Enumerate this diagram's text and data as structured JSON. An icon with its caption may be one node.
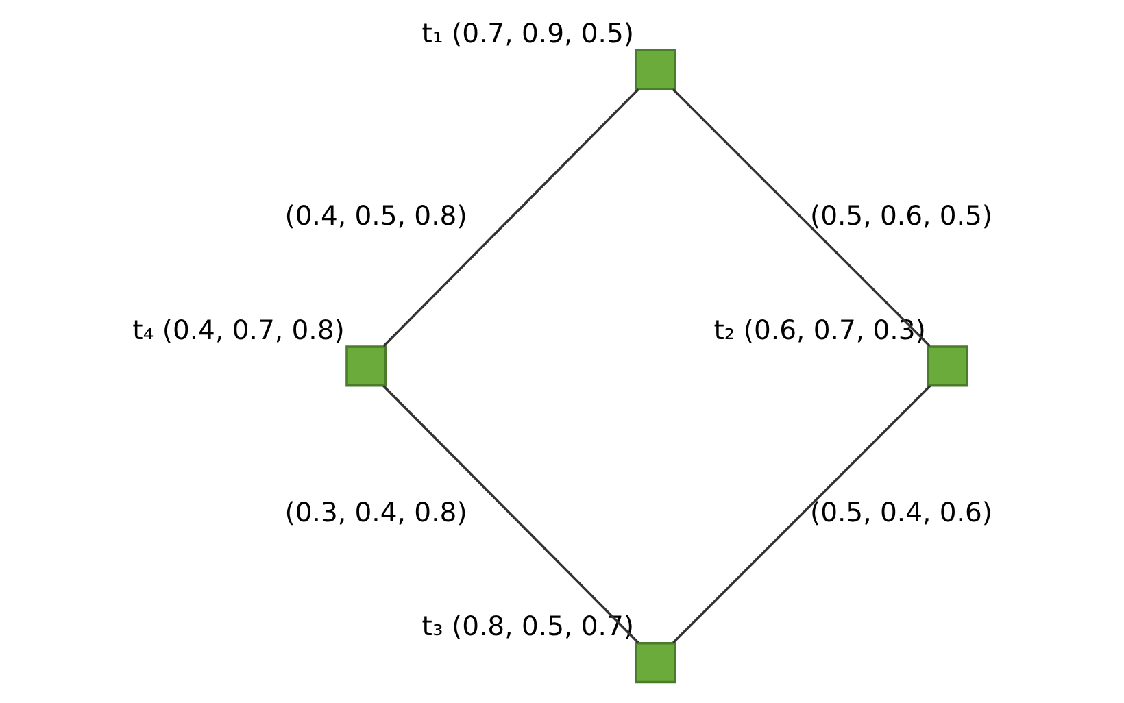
{
  "diagram": {
    "nodes": [
      {
        "text": [],
        "shape": "box",
        "beside": [
          "t₁",
          "(0.7, 0.9, 0.5)"
        ]
      },
      {
        "text": [],
        "shape": "box",
        "beside": [
          "t₄",
          "(0.4, 0.7, 0.8)"
        ]
      },
      {
        "text": [],
        "shape": "box",
        "beside": [
          "t₂",
          "(0.6, 0.7, 0.3)"
        ]
      },
      {
        "text": [],
        "shape": "box",
        "beside": [
          "t₃",
          "(0.8, 0.5, 0.7)"
        ]
      }
    ],
    "edges": [
      {
        "from": 0,
        "to": 1,
        "arrow": "none",
        "label": "(0.4, 0.5, 0.8)"
      },
      {
        "from": 0,
        "to": 2,
        "arrow": "none",
        "label": "(0.5, 0.6, 0.5)"
      },
      {
        "from": 1,
        "to": 3,
        "arrow": "none",
        "label": "(0.3, 0.4, 0.8)"
      },
      {
        "from": 2,
        "to": 3,
        "arrow": "none",
        "label": "(0.5, 0.4, 0.6)"
      }
    ]
  }
}
